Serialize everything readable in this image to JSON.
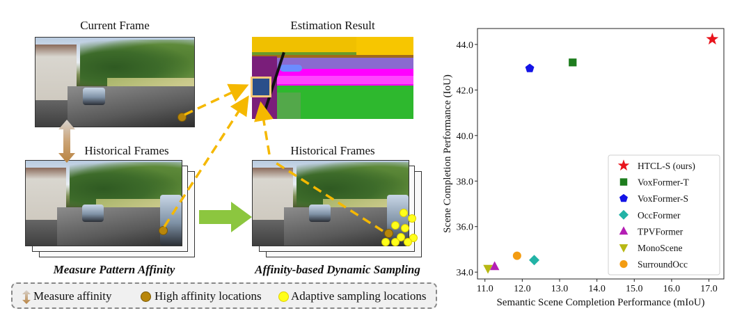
{
  "diagram": {
    "titles": {
      "current_frame": "Current Frame",
      "estimation_result": "Estimation Result",
      "historical_frames_left": "Historical Frames",
      "historical_frames_right": "Historical Frames"
    },
    "captions": {
      "left": "Measure Pattern Affinity",
      "right": "Affinity-based Dynamic Sampling"
    },
    "legend": {
      "measure_affinity": "Measure affinity",
      "high_affinity": "High affinity locations",
      "adaptive_sampling": "Adaptive sampling locations"
    },
    "colors": {
      "arrow": "#f5b800",
      "big_arrow": "#8cc63f",
      "high_affinity_dot": "#b8860b",
      "sampling_dot": "#ffff1a",
      "highlight_box": "#f7c97a"
    }
  },
  "chart_data": {
    "type": "scatter",
    "xlabel": "Semantic Scene Completion Performance (mIoU)",
    "ylabel": "Scene Completion Performance (IoU)",
    "xlim": [
      10.8,
      17.4
    ],
    "ylim": [
      33.7,
      44.7
    ],
    "xticks": [
      "11.0",
      "12.0",
      "13.0",
      "14.0",
      "15.0",
      "16.0",
      "17.0"
    ],
    "yticks": [
      "34.0",
      "36.0",
      "38.0",
      "40.0",
      "42.0",
      "44.0"
    ],
    "grid": false,
    "legend_position": "bottom-right",
    "series": [
      {
        "name": "HTCL-S (ours)",
        "marker": "star",
        "color": "#e8141c",
        "x": 17.09,
        "y": 44.23
      },
      {
        "name": "VoxFormer-T",
        "marker": "square",
        "color": "#1e7d1e",
        "x": 13.35,
        "y": 43.21
      },
      {
        "name": "VoxFormer-S",
        "marker": "pentagon",
        "color": "#1414e6",
        "x": 12.2,
        "y": 42.95
      },
      {
        "name": "OccFormer",
        "marker": "diamond",
        "color": "#22b3a6",
        "x": 12.32,
        "y": 34.53
      },
      {
        "name": "TPVFormer",
        "marker": "triangle-up",
        "color": "#b41eb4",
        "x": 11.26,
        "y": 34.25
      },
      {
        "name": "MonoScene",
        "marker": "triangle-down",
        "color": "#b8b814",
        "x": 11.08,
        "y": 34.16
      },
      {
        "name": "SurroundOcc",
        "marker": "circle",
        "color": "#f39c12",
        "x": 11.86,
        "y": 34.72
      }
    ]
  }
}
